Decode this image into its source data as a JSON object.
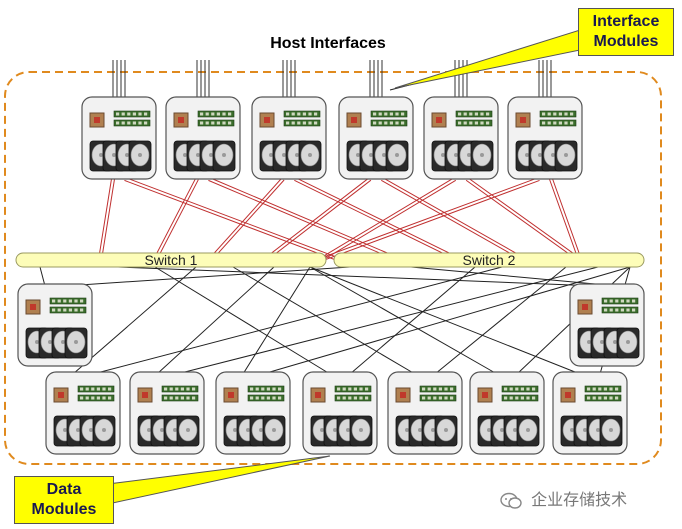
{
  "diagram": {
    "host_interfaces_label": "Host Interfaces",
    "interface_callout": {
      "line1": "Interface",
      "line2": "Modules"
    },
    "data_callout": {
      "line1": "Data",
      "line2": "Modules"
    },
    "switches": [
      {
        "label": "Switch 1"
      },
      {
        "label": "Switch 2"
      }
    ],
    "interface_module_count": 6,
    "data_module_count": 9,
    "host_links_per_interface_module": 4,
    "colors": {
      "region_border": "#e08a1e",
      "switch_fill": "#fdfdb8",
      "switch_border": "#9a9a60",
      "interface_link": "#c03030",
      "data_link": "#222222",
      "module_border": "#555555",
      "module_fill": "#f2f2f2",
      "callout_fill": "#ffff00",
      "callout_text": "#1a1a50"
    }
  },
  "watermark": {
    "icon": "wechat-icon",
    "text": "企业存储技术"
  }
}
